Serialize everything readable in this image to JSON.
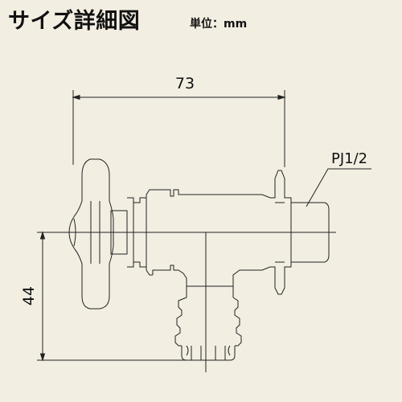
{
  "title": "サイズ詳細図",
  "unit": "単位：mm",
  "dimensions": {
    "width": "73",
    "height": "44"
  },
  "callout": {
    "thread": "PJ1/2"
  }
}
